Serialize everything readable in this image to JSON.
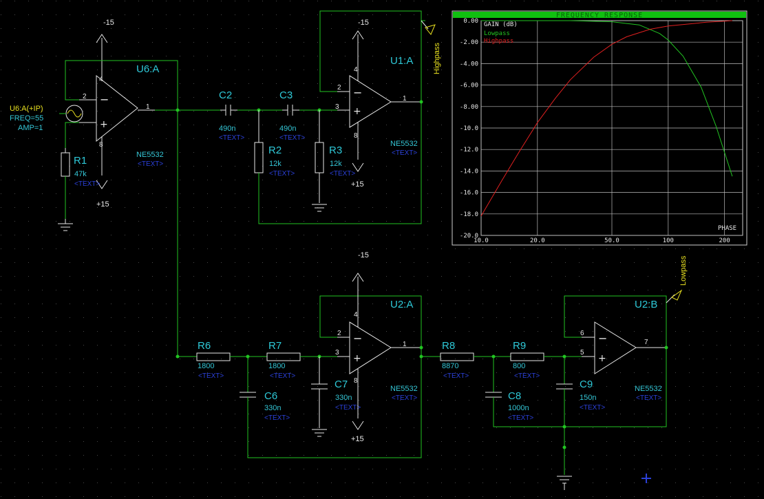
{
  "components": {
    "U6A": {
      "name": "U6:A",
      "model": "NE5532",
      "text": "<TEXT>",
      "pins": [
        "2",
        "4",
        "1",
        "8"
      ]
    },
    "U1A": {
      "name": "U1:A",
      "model": "NE5532",
      "text": "<TEXT>",
      "pins": [
        "2",
        "3",
        "4",
        "1",
        "8"
      ]
    },
    "U2A": {
      "name": "U2:A",
      "model": "NE5532",
      "text": "<TEXT>",
      "pins": [
        "2",
        "3",
        "4",
        "1",
        "8"
      ]
    },
    "U2B": {
      "name": "U2:B",
      "model": "NE5532",
      "text": "<TEXT>",
      "pins": [
        "6",
        "5",
        "7"
      ]
    },
    "R1": {
      "name": "R1",
      "value": "47k",
      "text": "<TEXT>"
    },
    "R2": {
      "name": "R2",
      "value": "12k",
      "text": "<TEXT>"
    },
    "R3": {
      "name": "R3",
      "value": "12k",
      "text": "<TEXT>"
    },
    "R6": {
      "name": "R6",
      "value": "1800",
      "text": "<TEXT>"
    },
    "R7": {
      "name": "R7",
      "value": "1800",
      "text": "<TEXT>"
    },
    "R8": {
      "name": "R8",
      "value": "8870",
      "text": "<TEXT>"
    },
    "R9": {
      "name": "R9",
      "value": "800",
      "text": "<TEXT>"
    },
    "C2": {
      "name": "C2",
      "value": "490n",
      "text": "<TEXT>"
    },
    "C3": {
      "name": "C3",
      "value": "490n",
      "text": "<TEXT>"
    },
    "C6": {
      "name": "C6",
      "value": "330n",
      "text": "<TEXT>"
    },
    "C7": {
      "name": "C7",
      "value": "330n",
      "text": "<TEXT>"
    },
    "C8": {
      "name": "C8",
      "value": "1000n",
      "text": "<TEXT>"
    },
    "C9": {
      "name": "C9",
      "value": "150n",
      "text": "<TEXT>"
    }
  },
  "source": {
    "name": "U6:A(+IP)",
    "freq": "FREQ=55",
    "amp": "AMP=1"
  },
  "power": {
    "neg": "-15",
    "pos": "+15"
  },
  "nets": {
    "highpass": "Highpass",
    "lowpass": "Lowpass"
  },
  "chart_data": {
    "type": "line",
    "title": "FREQUENCY  RESPONSE",
    "ylabel": "GAIN (dB)",
    "corner_label": "PHASE",
    "x_scale": "log",
    "xlim": [
      10,
      250
    ],
    "ylim": [
      -20,
      0
    ],
    "x_tick_labels": [
      "10.0",
      "20.0",
      "50.0",
      "100",
      "200"
    ],
    "x_ticks": [
      10,
      20,
      50,
      100,
      200
    ],
    "y_tick_labels": [
      "0.00",
      "-2.00",
      "-4.00",
      "-6.00",
      "-8.00",
      "-10.0",
      "-12.0",
      "-14.0",
      "-16.0",
      "-18.0",
      "-20.0"
    ],
    "y_ticks": [
      0,
      -2,
      -4,
      -6,
      -8,
      -10,
      -12,
      -14,
      -16,
      -18,
      -20
    ],
    "series": [
      {
        "name": "Lowpass",
        "color": "#22c422",
        "x": [
          10,
          20,
          30,
          50,
          70,
          90,
          100,
          120,
          150,
          180,
          220
        ],
        "y": [
          0,
          0,
          0,
          -0.1,
          -0.4,
          -1.2,
          -1.8,
          -3.3,
          -6.2,
          -9.8,
          -14.5
        ]
      },
      {
        "name": "Highpass",
        "color": "#e02020",
        "x": [
          10,
          13,
          16,
          20,
          25,
          30,
          40,
          50,
          60,
          80,
          100,
          130,
          160,
          200,
          220
        ],
        "y": [
          -18.2,
          -14.8,
          -12.2,
          -9.5,
          -7.2,
          -5.5,
          -3.4,
          -2.2,
          -1.5,
          -0.8,
          -0.5,
          -0.3,
          -0.15,
          -0.05,
          0
        ]
      }
    ]
  }
}
